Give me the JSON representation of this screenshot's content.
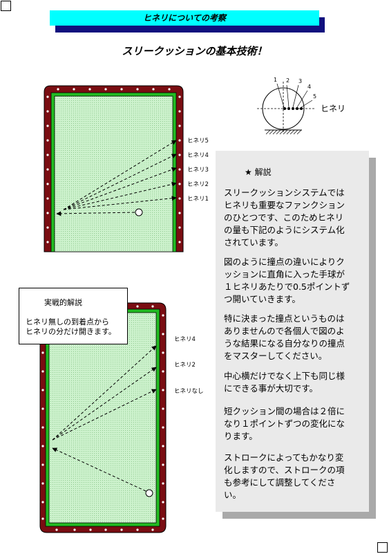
{
  "header": {
    "title": "ヒネリについての考察"
  },
  "subtitle": "スリークッションの基本技術！",
  "top_diagram": {
    "labels": [
      "ヒネリ5",
      "ヒネリ4",
      "ヒネリ3",
      "ヒネリ2",
      "ヒネリ1"
    ]
  },
  "cue_ball_diagram": {
    "numbers": [
      "1",
      "2",
      "3",
      "4",
      "5"
    ],
    "label": "ヒネリ"
  },
  "bottom_diagram": {
    "labels": [
      "ヒネリ4",
      "ヒネリ2",
      "ヒネリなし"
    ]
  },
  "callout": {
    "title": "実戦的解説",
    "body": "ヒネリ無しの到着点から\nヒネリの分だけ開きます。"
  },
  "explanation": {
    "title": "★ 解説",
    "paragraphs": [
      "スリークッションシステムでは\nヒネリも重要なファンクション\nのひとつです、このためヒネリ\nの量も下記のようにシステム化\nされています。",
      "図のように撞点の違いによりク\nッションに直角に入った手球が\n１ヒネリあたりで0.5ポイントず\nつ開いていきます。",
      "特に決まった撞点というものは\nありませんので各個人で図のよ\nうな結果になる自分なりの撞点\nをマスターしてください。",
      "中心横だけでなく上下も同じ様\nにできる事が大切です。",
      "短クッション間の場合は２倍に\nなり１ポイントずつの変化にな\nります。",
      "ストロークによってもかなり変\n化しますので、ストロークの項\nも参考にして調整してくださ\nい。"
    ]
  },
  "colors": {
    "rail": "#7a0d12",
    "cushion": "#22bb22",
    "cloth": "#cdf2cd",
    "header": "#00ffff",
    "header_shadow": "#10107e"
  }
}
